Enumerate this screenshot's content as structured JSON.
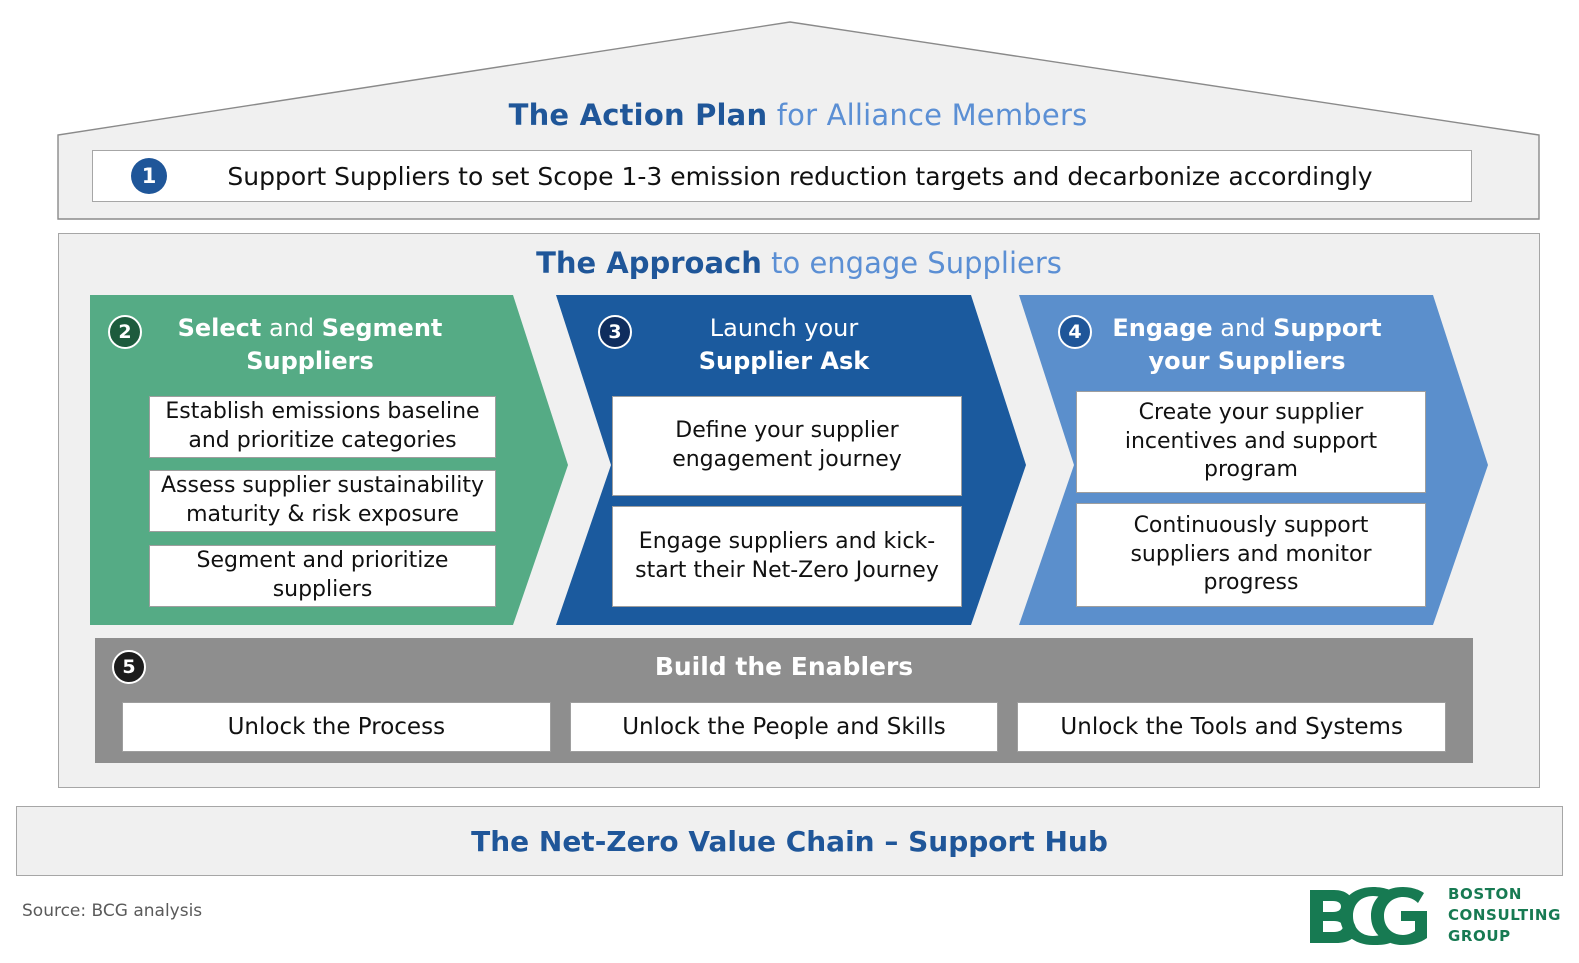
{
  "action_plan": {
    "title_strong": "The Action Plan",
    "title_light": " for Alliance Members",
    "step_number": "1",
    "step_text": "Support Suppliers to set Scope 1-3 emission reduction targets and decarbonize accordingly"
  },
  "approach": {
    "title_strong": "The Approach",
    "title_light": " to engage Suppliers",
    "steps": [
      {
        "number": "2",
        "title_part1": "Select",
        "title_conn": " and ",
        "title_part2": "Segment",
        "title_part3": "Suppliers",
        "color": "#55ab85",
        "badge_color": "#1d5b3d",
        "cards": [
          "Establish emissions baseline and prioritize categories",
          "Assess supplier sustainability maturity & risk exposure",
          "Segment and prioritize suppliers"
        ]
      },
      {
        "number": "3",
        "title_part1": "Launch",
        "title_conn": " your",
        "title_part2": "Supplier Ask",
        "title_part3": "",
        "color": "#1b5a9e",
        "badge_color": "#0f2d5e",
        "cards": [
          "Define your supplier engagement journey",
          "Engage suppliers and kick-start their Net-Zero Journey"
        ]
      },
      {
        "number": "4",
        "title_part1": "Engage",
        "title_conn": " and ",
        "title_part2": "Support",
        "title_part3": "your Suppliers",
        "color": "#5b8fcc",
        "badge_color": "#1f5699",
        "cards": [
          "Create your supplier incentives and support program",
          "Continuously support suppliers and monitor progress"
        ]
      }
    ]
  },
  "enablers": {
    "number": "5",
    "title": "Build the Enablers",
    "items": [
      "Unlock the Process",
      "Unlock the People and Skills",
      "Unlock the Tools and Systems"
    ]
  },
  "hub": {
    "title": "The Net-Zero Value Chain – Support Hub"
  },
  "footer": {
    "source": "Source: BCG analysis",
    "logo_mark": "BCG",
    "logo_line1": "BOSTON",
    "logo_line2": "CONSULTING",
    "logo_line3": "GROUP",
    "logo_color": "#177a52"
  },
  "colors": {
    "panel_bg": "#f0f0f0",
    "panel_border": "#a6a6a6",
    "accent_blue": "#1f5699",
    "accent_blue_light": "#5b8fd4",
    "enabler_gray": "#8e8e8e"
  }
}
